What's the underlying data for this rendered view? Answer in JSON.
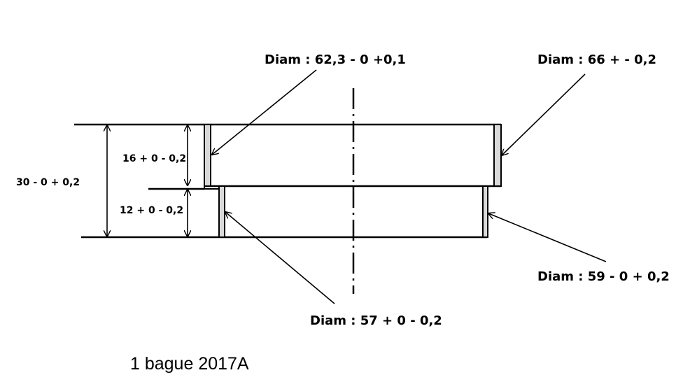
{
  "labels": {
    "diam_62": "Diam : 62,3 - 0 +0,1",
    "diam_66": "Diam : 66 + - 0,2",
    "diam_59": "Diam : 59  - 0 + 0,2",
    "diam_57": "Diam : 57 + 0 - 0,2",
    "height_total": "30  - 0 + 0,2",
    "height_upper": "16  + 0 - 0,2",
    "height_lower": "12  + 0 - 0,2"
  },
  "caption": "1 bague 2017A",
  "colors": {
    "line": "#000000",
    "wall_fill": "#d9d9d9",
    "background": "#ffffff"
  }
}
